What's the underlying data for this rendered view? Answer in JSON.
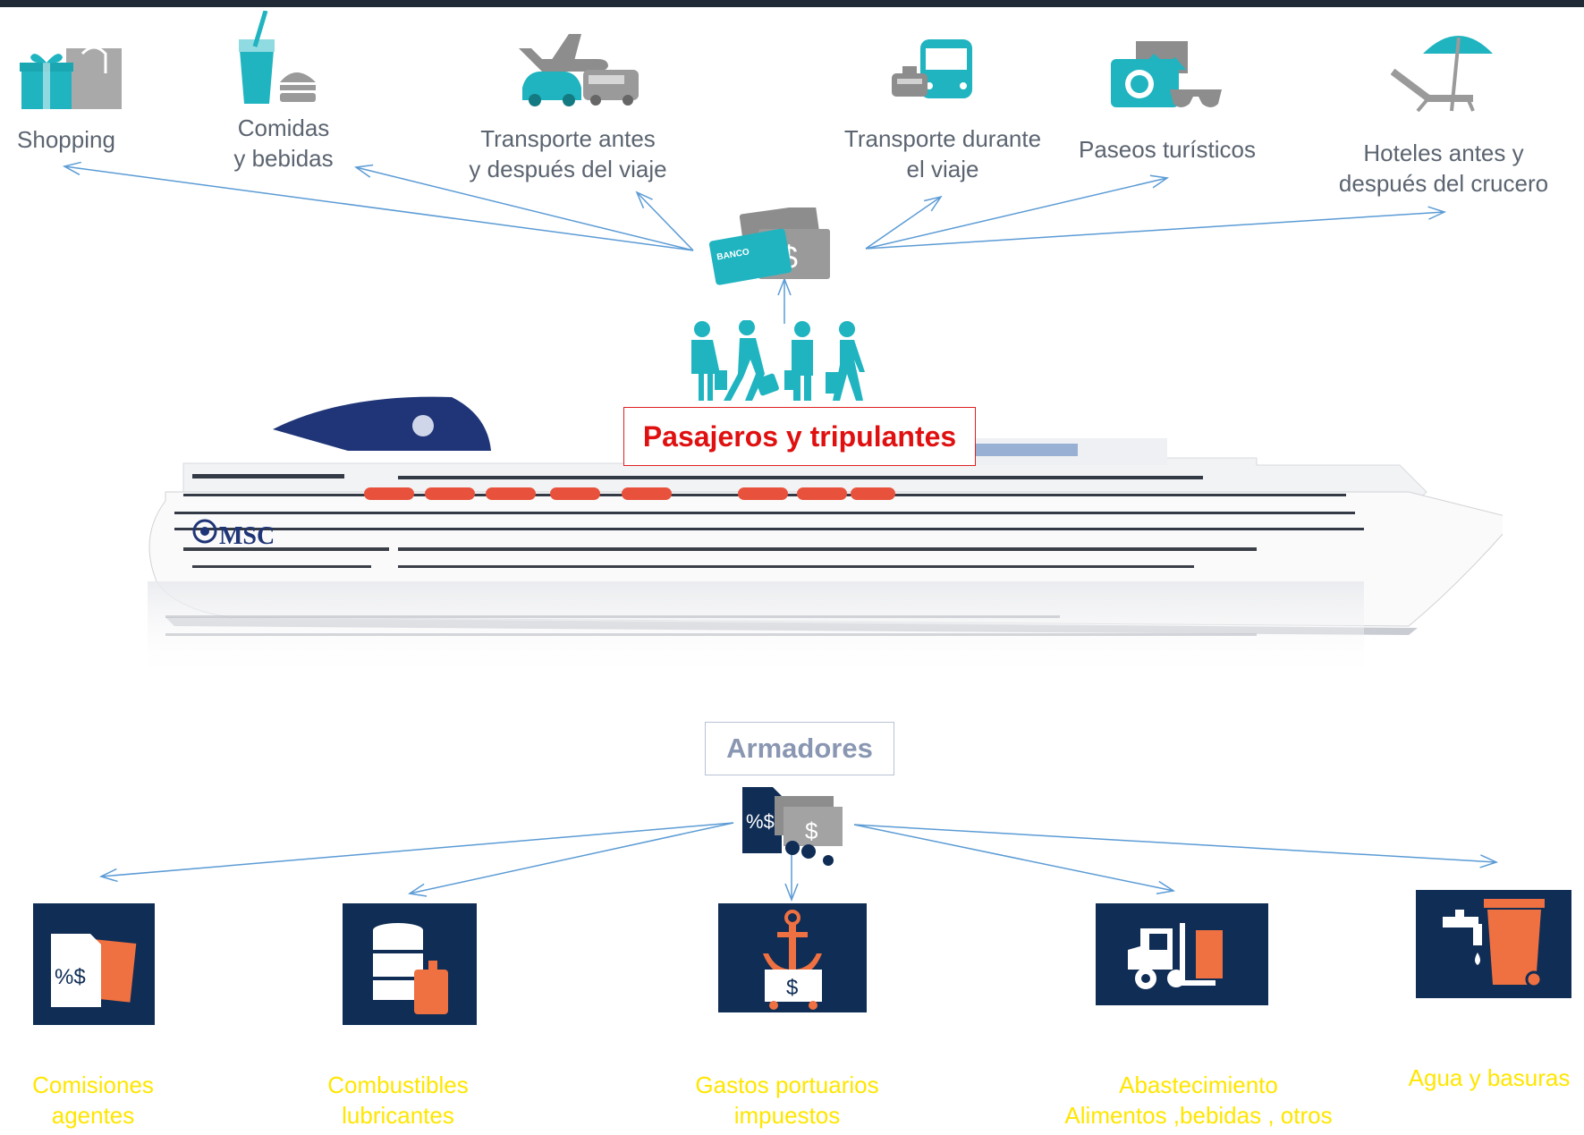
{
  "top_spending": [
    {
      "id": "shopping",
      "label": "Shopping",
      "icon": "shopping-gift-bag-icon"
    },
    {
      "id": "comidas",
      "label": "Comidas\ny bebidas",
      "icon": "drink-burger-icon"
    },
    {
      "id": "transporte_antes",
      "label": "Transporte antes\ny después del viaje",
      "icon": "plane-car-van-icon"
    },
    {
      "id": "transporte_durante",
      "label": "Transporte durante\nel viaje",
      "icon": "taxi-bus-icon"
    },
    {
      "id": "paseos",
      "label": "Paseos turísticos",
      "icon": "camera-sunglasses-icon"
    },
    {
      "id": "hoteles",
      "label": "Hoteles antes y\ndespués del crucero",
      "icon": "beach-lounger-umbrella-icon"
    }
  ],
  "center_top": {
    "label": "Pasajeros y tripulantes",
    "money_icon": "bank-card-cash-icon",
    "people_icon": "travelers-group-icon"
  },
  "ship": {
    "brand": "MSC",
    "icon": "cruise-ship-icon"
  },
  "center_bottom": {
    "label": "Armadores",
    "money_icon": "invoice-cash-icon"
  },
  "bottom_costs": [
    {
      "id": "comisiones",
      "label": "Comisiones\nagentes",
      "icon": "percent-dollar-docs-icon"
    },
    {
      "id": "combustibles",
      "label": "Combustibles\nlubricantes",
      "icon": "oil-barrel-icon"
    },
    {
      "id": "gastos",
      "label": "Gastos portuarios\nimpuestos",
      "icon": "anchor-money-icon"
    },
    {
      "id": "abastecimiento",
      "label": "Abastecimiento\nAlimentos ,bebidas , otros",
      "icon": "forklift-icon"
    },
    {
      "id": "agua",
      "label": "Agua y basuras",
      "icon": "tap-bin-icon"
    }
  ],
  "colors": {
    "teal": "#1fb4c0",
    "gray": "#9a9a9a",
    "navy": "#0f2d55",
    "orange": "#ef7040",
    "arrow": "#5b9bd5",
    "yellow": "#ffe600",
    "red": "#e01010"
  }
}
